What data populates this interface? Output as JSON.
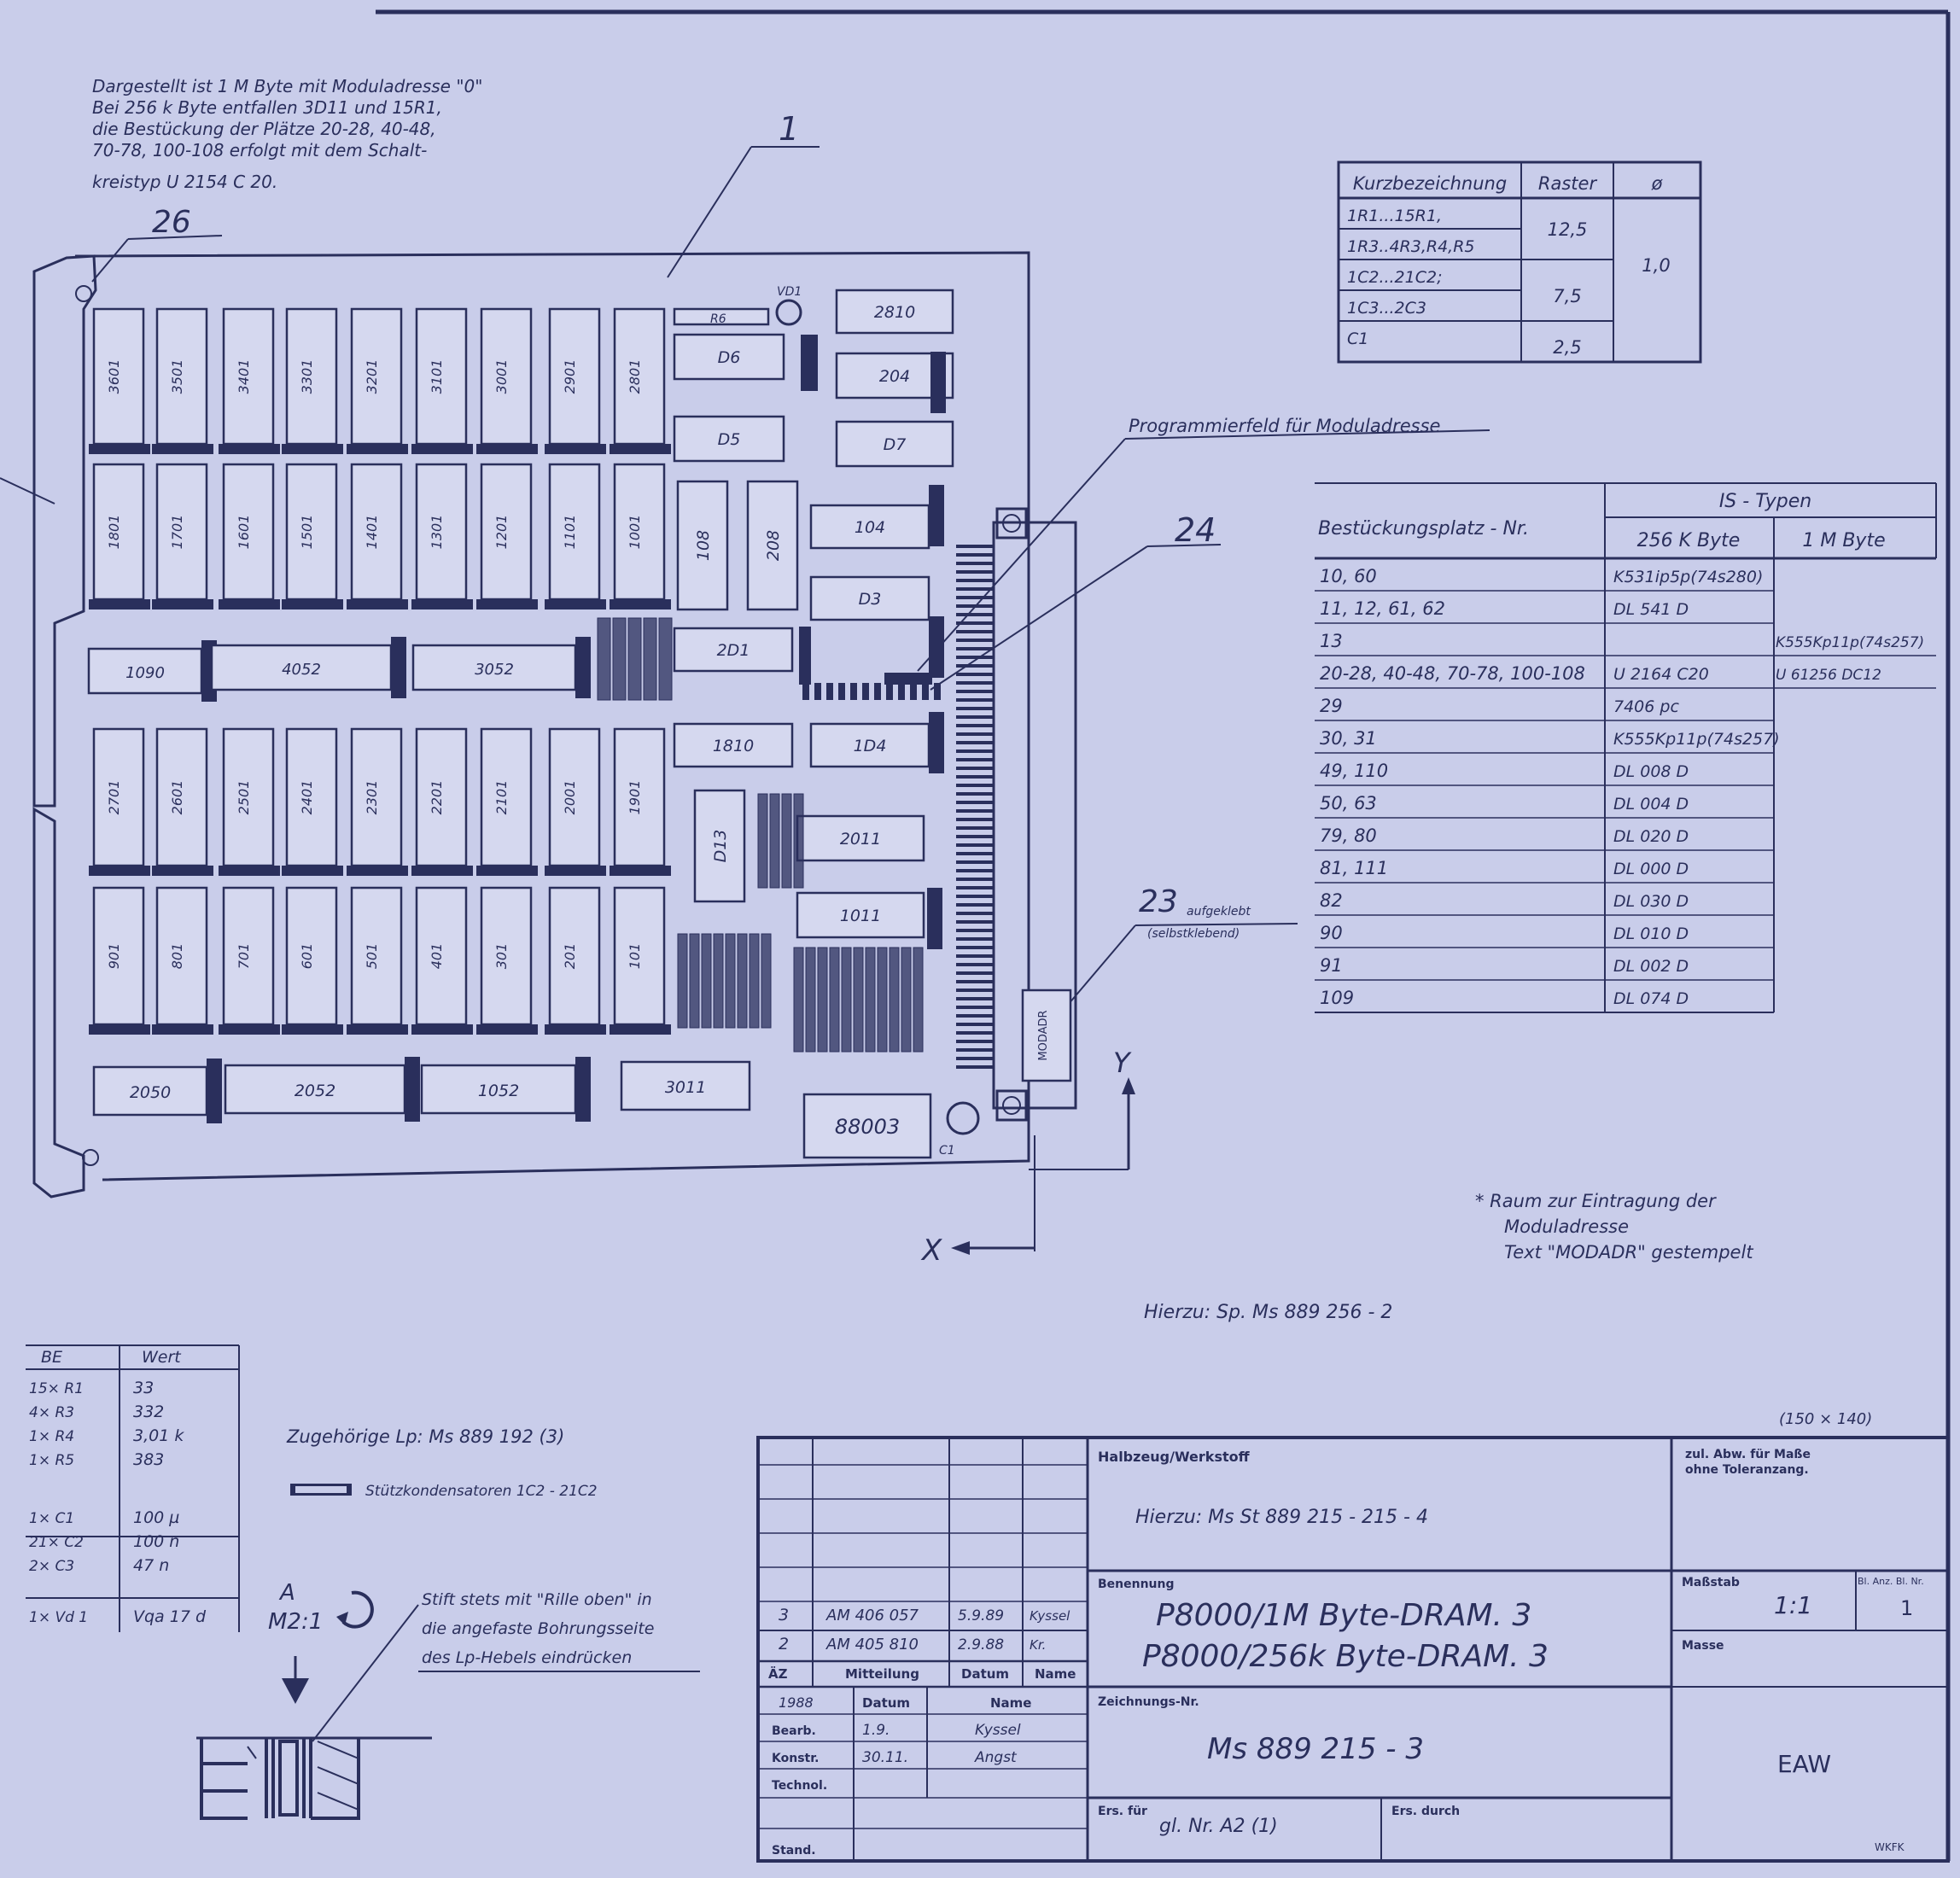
{
  "note_top": [
    "Dargestellt ist 1 M Byte mit Moduladresse \"0\"",
    "Bei 256 k Byte entfallen 3D11 und 15R1,",
    "die Bestückung der Plätze 20-28, 40-48,",
    "70-78, 100-108 erfolgt mit dem Schalt-",
    "kreistyp U 2154 C 20."
  ],
  "callouts": {
    "c1": "1",
    "c26": "26",
    "c24": "24",
    "c23": "23",
    "c23_sub1": "aufgeklebt",
    "c23_sub2": "(selbstklebend)",
    "prog_field": "Programmierfeld für Moduladresse",
    "axis_y": "Y",
    "axis_x": "X"
  },
  "pcb": {
    "row1": [
      "3601",
      "3501",
      "3401",
      "3301",
      "3201",
      "3101",
      "3001",
      "2901",
      "2801"
    ],
    "row2": [
      "1801",
      "1701",
      "1601",
      "1501",
      "1401",
      "1301",
      "1201",
      "1101",
      "1001"
    ],
    "row3": [
      "2701",
      "2601",
      "2501",
      "2401",
      "2301",
      "2201",
      "2101",
      "2001",
      "1901"
    ],
    "row4": [
      "901",
      "801",
      "701",
      "601",
      "501",
      "401",
      "301",
      "201",
      "101"
    ],
    "mid_caps": [
      "1090",
      "4052",
      "3052"
    ],
    "bottom_caps": [
      "2050",
      "2052",
      "1052",
      "3011"
    ],
    "right_chips": [
      "2810",
      "204",
      "D7",
      "D6",
      "D5",
      "104",
      "D3",
      "2D1",
      "1810",
      "1D4",
      "2011",
      "1011",
      "108",
      "208",
      "D13"
    ],
    "r6": "R6",
    "vd1": "VD1",
    "moda": "MODADR",
    "ic88003": "88003",
    "c1": "C1"
  },
  "raster_table": {
    "headers": [
      "Kurzbezeichnung",
      "Raster",
      "ø"
    ],
    "rows": [
      [
        "1R1...15R1,",
        "12,5"
      ],
      [
        "1R3..4R3,R4,R5",
        ""
      ],
      [
        "1C2...21C2;",
        "7,5"
      ],
      [
        "1C3...2C3",
        ""
      ],
      [
        "C1",
        "2,5"
      ]
    ],
    "diameter": "1,0"
  },
  "is_table": {
    "head_main": "Bestückungsplatz - Nr.",
    "head_group": "IS - Typen",
    "head_256": "256 K Byte",
    "head_1m": "1 M Byte",
    "rows": [
      [
        "10, 60",
        "K531ip5p(74s280)",
        ""
      ],
      [
        "11, 12, 61, 62",
        "DL 541 D",
        ""
      ],
      [
        "13",
        "",
        "K555Kp11p(74s257)"
      ],
      [
        "20-28, 40-48, 70-78, 100-108",
        "U 2164 C20",
        "U 61256 DC12"
      ],
      [
        "29",
        "7406 pc",
        ""
      ],
      [
        "30, 31",
        "K555Kp11p(74s257)",
        ""
      ],
      [
        "49, 110",
        "DL 008 D",
        ""
      ],
      [
        "50, 63",
        "DL 004 D",
        ""
      ],
      [
        "79, 80",
        "DL 020 D",
        ""
      ],
      [
        "81, 111",
        "DL 000 D",
        ""
      ],
      [
        "82",
        "DL 030 D",
        ""
      ],
      [
        "90",
        "DL 010 D",
        ""
      ],
      [
        "91",
        "DL 002 D",
        ""
      ],
      [
        "109",
        "DL 074 D",
        ""
      ]
    ]
  },
  "note_raum": [
    "* Raum zur Eintragung der",
    "Moduladresse",
    "Text \"MODADR\" gestempelt"
  ],
  "hierzu_sp": "Hierzu: Sp. Ms 889 256 - 2",
  "values_table": {
    "headers": [
      "BE",
      "Wert"
    ],
    "rows": [
      [
        "15× R1",
        "33"
      ],
      [
        "4× R3",
        "332"
      ],
      [
        "1× R4",
        "3,01 k"
      ],
      [
        "1× R5",
        "383"
      ],
      [
        "1× C1",
        "100 µ"
      ],
      [
        "21× C2",
        "100 n"
      ],
      [
        "2× C3",
        "47 n"
      ],
      [
        "1× Vd 1",
        "Vqa 17 d"
      ]
    ]
  },
  "zugehoerige": "Zugehörige Lp: Ms 889 192 (3)",
  "stuetz": "Stützkondensatoren 1C2 - 21C2",
  "detail_a": "A",
  "detail_m": "M2:1",
  "stift_note": [
    "Stift stets mit \"Rille oben\" in",
    "die angefaste Bohrungsseite",
    "des Lp-Hebels eindrücken"
  ],
  "size_note": "(150 × 140)",
  "title_block": {
    "halbzeug_label": "Halbzeug/Werkstoff",
    "hierzu_st": "Hierzu: Ms St 889 215 - 215 - 4",
    "abw_label": "zul. Abw. für Maße ohne Toleranzang.",
    "benennung_label": "Benennung",
    "title1": "P8000/1M Byte-DRAM. 3",
    "title2": "P8000/256k Byte-DRAM. 3",
    "massstab_label": "Maßstab",
    "massstab": "1:1",
    "bl_label": "Bl. Anz. Bl. Nr.",
    "bl_val": "1",
    "masse_label": "Masse",
    "zeichnungs_label": "Zeichnungs-Nr.",
    "drawing_no": "Ms 889 215 - 3",
    "company": "EAW",
    "ers_fuer_label": "Ers. für",
    "ers_fuer": "gl. Nr. A2 (1)",
    "ers_durch_label": "Ers. durch",
    "rev_rows": [
      [
        "3",
        "AM 406 057",
        "5.9.89",
        "Kyssel"
      ],
      [
        "2",
        "AM 405 810",
        "2.9.88",
        "Kr."
      ]
    ],
    "rev_headers": [
      "ÄZ",
      "Mitteilung",
      "Datum",
      "Name"
    ],
    "year": "1988",
    "bearb_headers": [
      "Datum",
      "Name"
    ],
    "bearb_rows": [
      [
        "Bearb.",
        "1.9.",
        "Kyssel"
      ],
      [
        "Konstr.",
        "30.11.",
        "Angst"
      ],
      [
        "Technol.",
        "",
        ""
      ],
      [
        "Stand.",
        "",
        ""
      ]
    ],
    "corner": "WKFK"
  }
}
